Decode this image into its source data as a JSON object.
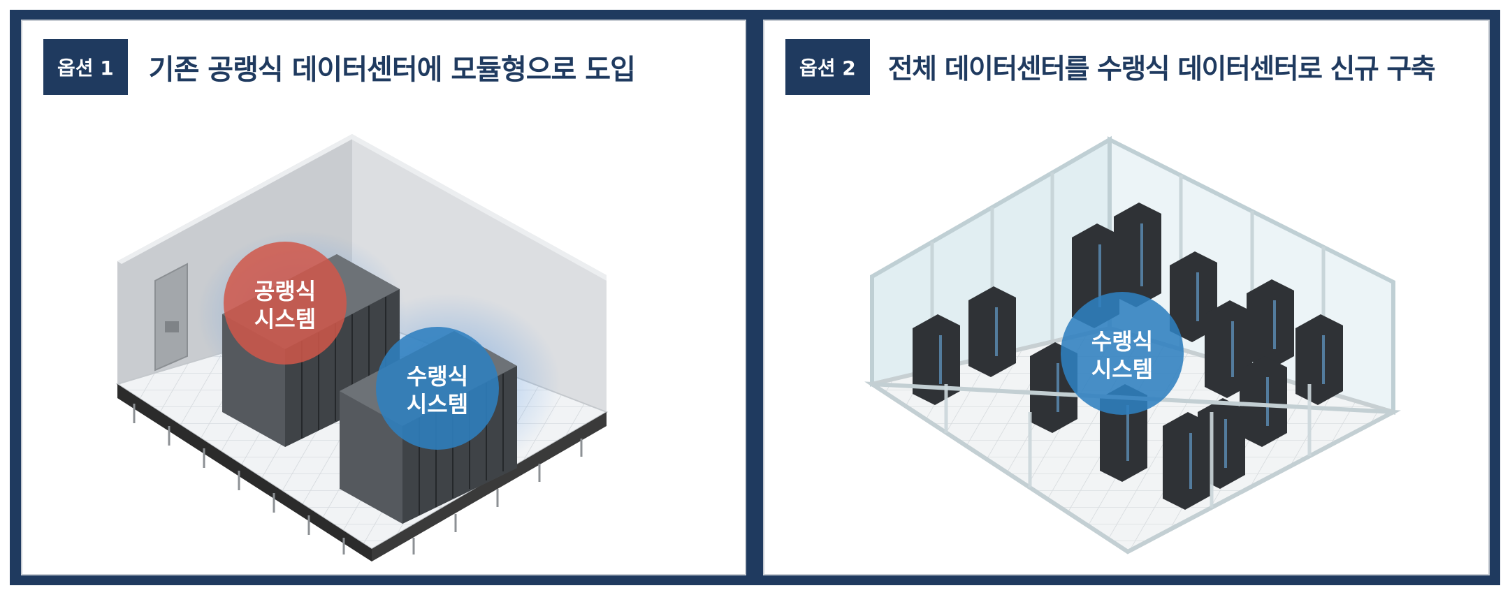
{
  "options": [
    {
      "badge": "옵션 1",
      "title": "기존 공랭식 데이터센터에 모듈형으로 도입",
      "bubbles": [
        {
          "line1": "공랭식",
          "line2": "시스템",
          "color": "#d0574a"
        },
        {
          "line1": "수랭식",
          "line2": "시스템",
          "color": "#2f7fbf"
        }
      ]
    },
    {
      "badge": "옵션 2",
      "title": "전체 데이터센터를 수랭식 데이터센터로 신규 구축",
      "bubbles": [
        {
          "line1": "수랭식",
          "line2": "시스템",
          "color": "#2f7fbf"
        }
      ]
    }
  ],
  "colors": {
    "navy": "#1f3a5f",
    "air_cooled": "#d0574a",
    "water_cooled": "#2f7fbf"
  }
}
